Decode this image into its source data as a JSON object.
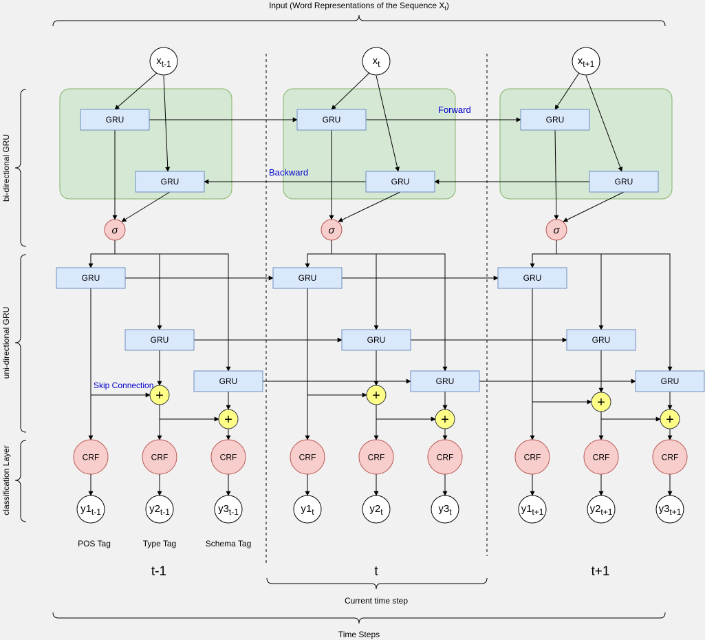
{
  "texts": {
    "input_title": "Input (Word Representations of the Sequence X",
    "input_title_sub": "t",
    "input_title_end": ")",
    "label_bigru": "bi-directional GRU",
    "label_unigru": "uni-directional GRU",
    "label_classification": "classification Layer",
    "forward": "Forward",
    "backward": "Backward",
    "skip_connection": "Skip Connection",
    "current_time_step": "Current time step",
    "time_steps": "Time Steps",
    "sigma": "σ",
    "plus": "+",
    "gru": "GRU",
    "crf": "CRF"
  },
  "time_steps": [
    {
      "label": "t-1",
      "sub": "t-1"
    },
    {
      "label": "t",
      "sub": "t"
    },
    {
      "label": "t+1",
      "sub": "t+1"
    }
  ],
  "inputs": [
    "x",
    "x",
    "x"
  ],
  "outputs": [
    "y1",
    "y2",
    "y3"
  ],
  "tags": [
    "POS Tag",
    "Type Tag",
    "Schema Tag"
  ],
  "colors": {
    "background": "#f1f1f1",
    "green_fill": "#d5e8d4",
    "green_stroke": "#82b366",
    "gru_fill": "#dae8fc",
    "gru_stroke": "#6c8ebf",
    "red_fill": "#f8cecc",
    "red_stroke": "#b85450",
    "yellow_fill": "#ffff88",
    "yellow_stroke": "#36393d",
    "blue_text": "#0000cc"
  }
}
